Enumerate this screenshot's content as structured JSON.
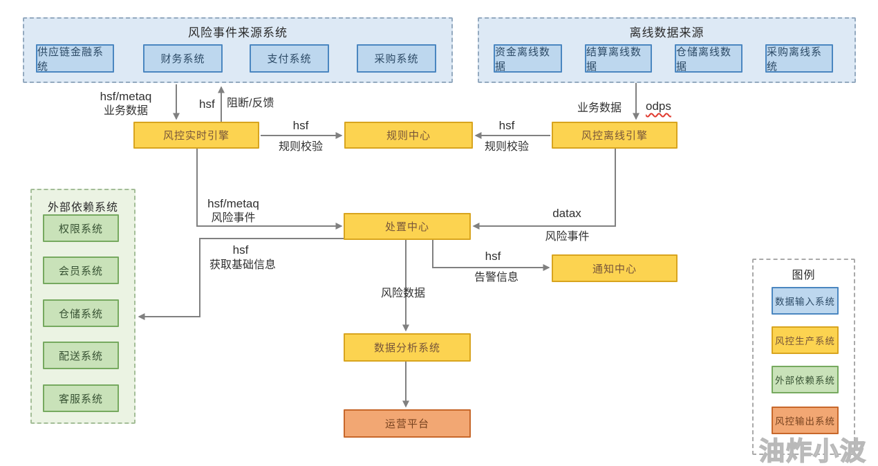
{
  "diagram": {
    "source_systems": {
      "title": "风险事件来源系统",
      "items": [
        "供应链金融系统",
        "财务系统",
        "支付系统",
        "采购系统"
      ]
    },
    "offline_sources": {
      "title": "离线数据来源",
      "items": [
        "资金离线数据",
        "结算离线数据",
        "仓储离线数据",
        "采购离线系统"
      ]
    },
    "external_systems": {
      "title": "外部依赖系统",
      "items": [
        "权限系统",
        "会员系统",
        "仓储系统",
        "配送系统",
        "客服系统"
      ]
    },
    "nodes": {
      "realtime_engine": "风控实时引擎",
      "rule_center": "规则中心",
      "offline_engine": "风控离线引擎",
      "disposal_center": "处置中心",
      "notify_center": "通知中心",
      "data_analysis": "数据分析系统",
      "ops_platform": "运营平台"
    },
    "edge_labels": {
      "realtime_in_protocol": "hsf/metaq",
      "realtime_in_data": "业务数据",
      "block_protocol": "hsf",
      "block_data": "阻断/反馈",
      "realtime_rule_protocol": "hsf",
      "realtime_rule_data": "规则校验",
      "offline_rule_protocol": "hsf",
      "offline_rule_data": "规则校验",
      "offline_in_data": "业务数据",
      "offline_in_protocol": "odps",
      "realtime_event_protocol": "hsf/metaq",
      "realtime_event_data": "风险事件",
      "offline_event_protocol": "datax",
      "offline_event_data": "风险事件",
      "basic_info_protocol": "hsf",
      "basic_info_data": "获取基础信息",
      "alert_protocol": "hsf",
      "alert_data": "告警信息",
      "risk_data": "风险数据"
    },
    "legend": {
      "title": "图例",
      "items": [
        {
          "label": "数据输入系统",
          "type": "blue"
        },
        {
          "label": "风控生产系统",
          "type": "yellow"
        },
        {
          "label": "外部依赖系统",
          "type": "green"
        },
        {
          "label": "风控输出系统",
          "type": "orange"
        }
      ]
    },
    "watermark": "油炸小波",
    "colors": {
      "data_input_fill": "#bdd7ee",
      "data_input_border": "#4a86c0",
      "input_container_fill": "#dde9f5",
      "risk_production_fill": "#fcd350",
      "risk_production_border": "#d8a41e",
      "external_fill": "#c9e2b9",
      "external_border": "#76a95f",
      "external_container_fill": "#ebf3e3",
      "risk_output_fill": "#f2a773",
      "risk_output_border": "#c7672a",
      "connector_line": "#808080",
      "spellcheck_underline": "#e03a2f",
      "watermark_color": "#c9c9c9"
    }
  }
}
